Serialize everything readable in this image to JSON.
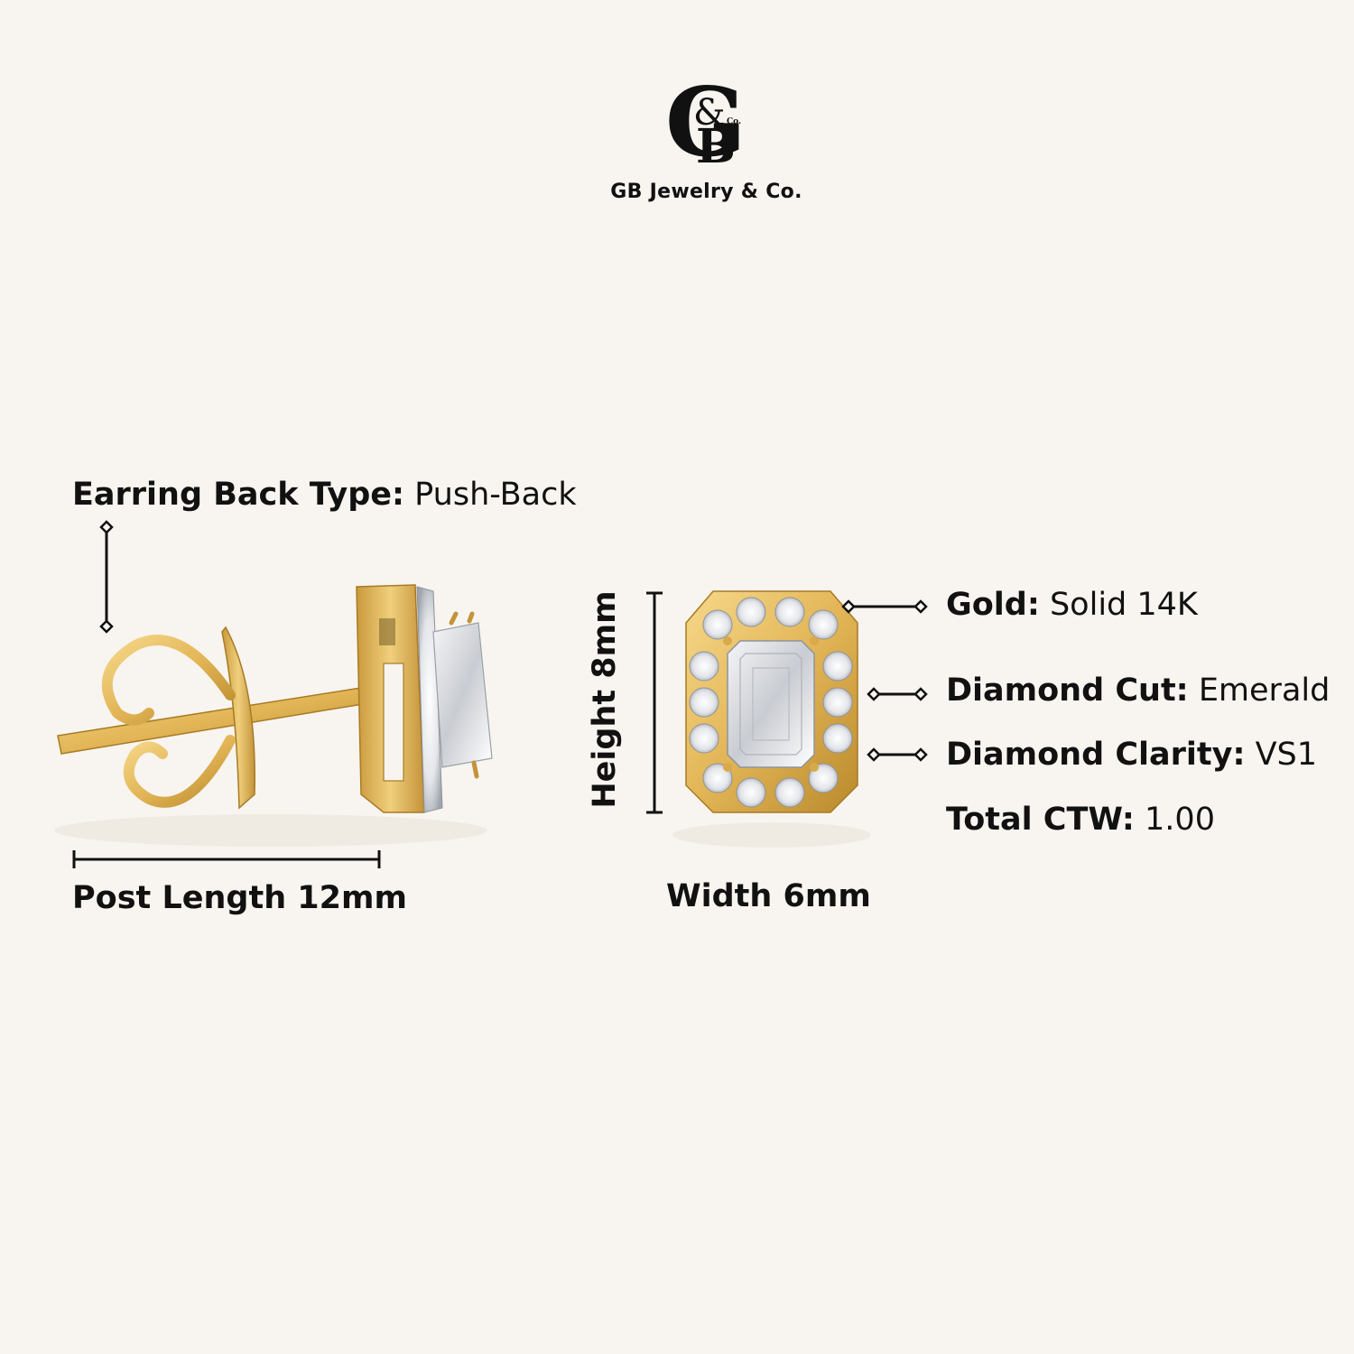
{
  "brand": {
    "name": "GB Jewelry & Co.",
    "logo": "G&B monogram",
    "logo_small": "Co."
  },
  "specs": {
    "back_type": {
      "label": "Earring Back Type:",
      "value": "Push-Back"
    },
    "gold": {
      "label": "Gold:",
      "value": "Solid 14K"
    },
    "cut": {
      "label": "Diamond Cut:",
      "value": "Emerald"
    },
    "clarity": {
      "label": "Diamond Clarity:",
      "value": "VS1"
    },
    "ctw": {
      "label": "Total CTW:",
      "value": "1.00"
    }
  },
  "dimensions": {
    "post_length": "Post Length 12mm",
    "width": "Width 6mm",
    "height": "Height 8mm"
  },
  "colors": {
    "gold": "#e2b556",
    "gold_dark": "#b98a2c",
    "background": "#f8f5f0",
    "text": "#111111"
  }
}
